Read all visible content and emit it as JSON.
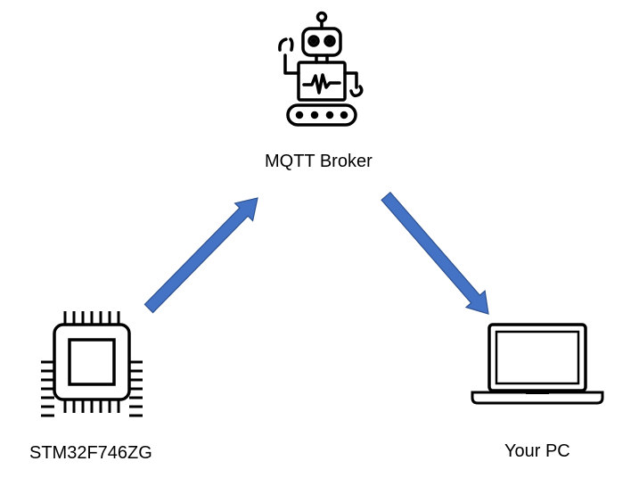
{
  "nodes": {
    "broker": {
      "label": "MQTT Broker",
      "icon": "robot-icon"
    },
    "mcu": {
      "label": "STM32F746ZG",
      "icon": "microchip-icon"
    },
    "pc": {
      "label": "Your PC",
      "icon": "laptop-icon"
    }
  },
  "edges": [
    {
      "from": "mcu",
      "to": "broker"
    },
    {
      "from": "broker",
      "to": "pc"
    }
  ],
  "colors": {
    "arrow_fill": "#4472C4",
    "arrow_stroke": "#2F528F",
    "icon_stroke": "#000000"
  }
}
